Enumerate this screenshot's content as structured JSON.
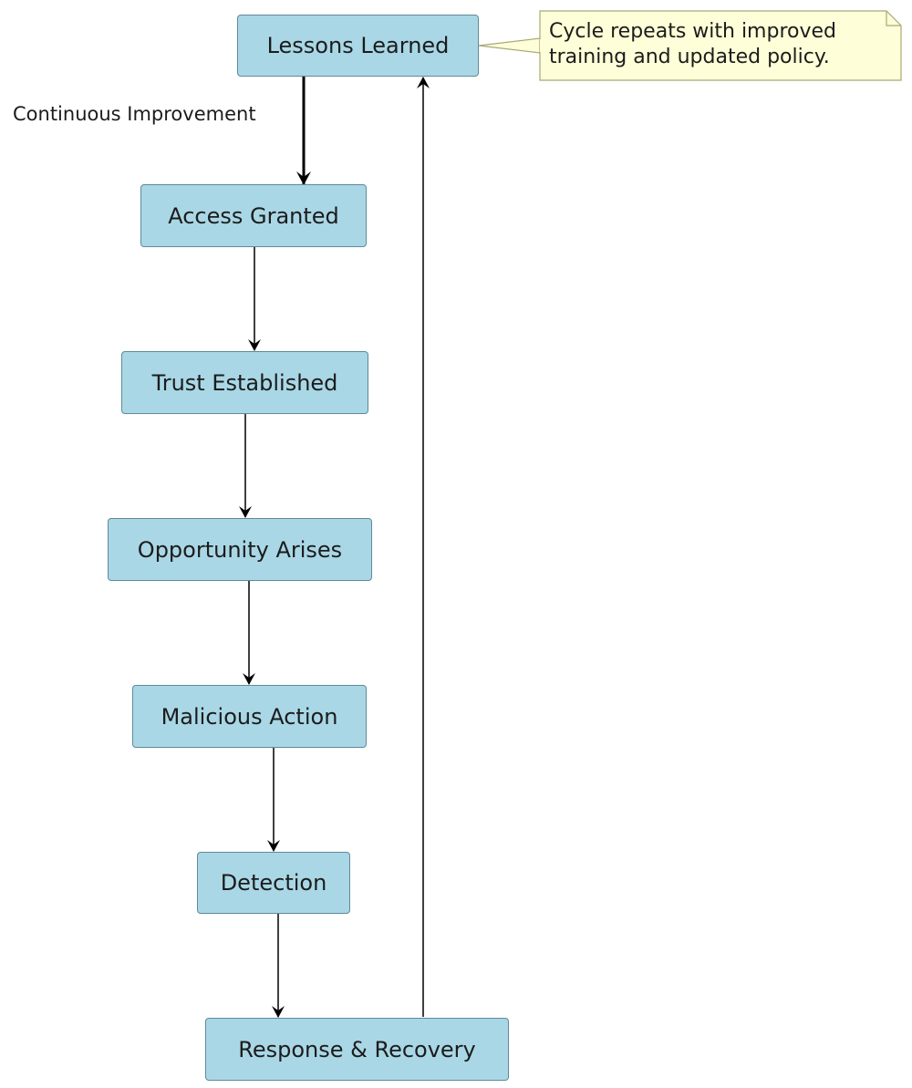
{
  "diagram": {
    "nodes": {
      "lessons": "Lessons Learned",
      "access": "Access Granted",
      "trust": "Trust Established",
      "opportunity": "Opportunity Arises",
      "malicious": "Malicious Action",
      "detection": "Detection",
      "response": "Response & Recovery"
    },
    "edge_label": "Continuous Improvement",
    "note": {
      "line1": "Cycle repeats with improved",
      "line2": "training and updated policy."
    },
    "colors": {
      "node_fill": "#a9d7e6",
      "node_border": "#5f8a99",
      "note_fill": "#fefed8",
      "note_border": "#a8a878",
      "edge": "#000000"
    }
  }
}
